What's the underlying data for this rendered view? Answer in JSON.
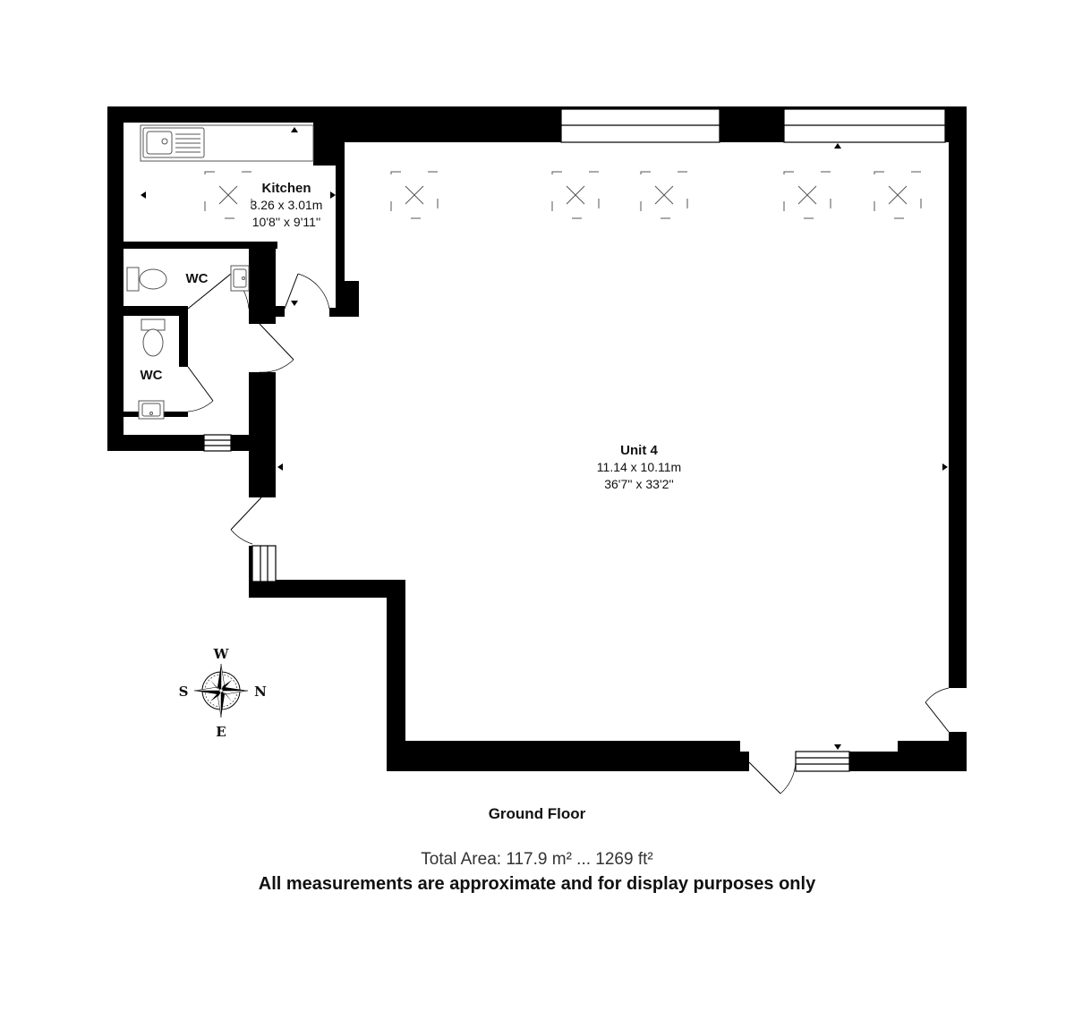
{
  "rooms": {
    "kitchen": {
      "name": "Kitchen",
      "metric": "3.26 x 3.01m",
      "imperial": "10'8'' x 9'11''"
    },
    "wc_upper": {
      "name": "WC"
    },
    "wc_lower": {
      "name": "WC"
    },
    "unit": {
      "name": "Unit 4",
      "metric": "11.14 x 10.11m",
      "imperial": "36'7'' x 33'2''"
    }
  },
  "compass": {
    "north": "N",
    "south": "S",
    "east": "E",
    "west": "W"
  },
  "floor_label": "Ground Floor",
  "total_area": "Total Area: 117.9 m² ... 1269 ft²",
  "disclaimer": "All measurements are approximate and for display purposes only",
  "colors": {
    "wall": "#000000",
    "fixture_line": "#555555",
    "background": "#ffffff"
  },
  "icons": [
    "sink-icon",
    "toilet-icon",
    "basin-icon",
    "skylight-icon",
    "door-swing-icon",
    "window-icon",
    "compass-rose-icon",
    "dimension-arrow-icon"
  ]
}
